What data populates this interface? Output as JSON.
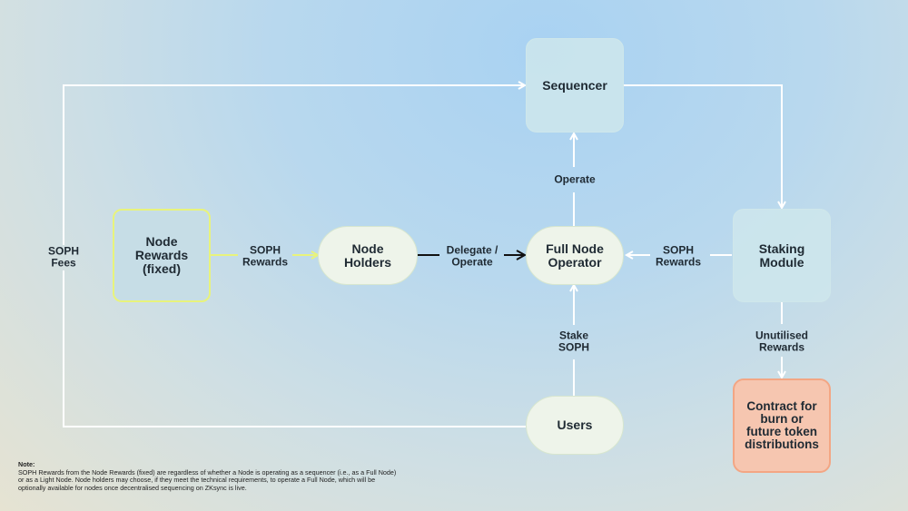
{
  "nodes": {
    "sequencer": "Sequencer",
    "node_rewards": [
      "Node",
      "Rewards",
      "(fixed)"
    ],
    "node_holders": [
      "Node",
      "Holders"
    ],
    "full_node_operator": [
      "Full Node",
      "Operator"
    ],
    "staking_module": [
      "Staking",
      "Module"
    ],
    "users": "Users",
    "contract": [
      "Contract for",
      "burn or",
      "future token",
      "distributions"
    ]
  },
  "edges": {
    "soph_fees": [
      "SOPH",
      "Fees"
    ],
    "soph_rewards_left": [
      "SOPH",
      "Rewards"
    ],
    "delegate_operate": [
      "Delegate /",
      "Operate"
    ],
    "soph_rewards_right": [
      "SOPH",
      "Rewards"
    ],
    "operate": "Operate",
    "stake_soph": [
      "Stake",
      "SOPH"
    ],
    "unutilised_rewards": [
      "Unutilised",
      "Rewards"
    ]
  },
  "note": {
    "title": "Note:",
    "text": "SOPH Rewards from the Node Rewards (fixed) are regardless of whether a Node is operating as a sequencer (i.e., as a Full Node) or as a Light Node. Node holders may choose, if they meet the technical requirements, to operate a Full Node, which will be optionally available for nodes once decentralised sequencing on ZKsync is live."
  },
  "colors": {
    "line": "#ffffff",
    "yellow_arrow": "#e8f37c",
    "dark_arrow": "#111111"
  }
}
